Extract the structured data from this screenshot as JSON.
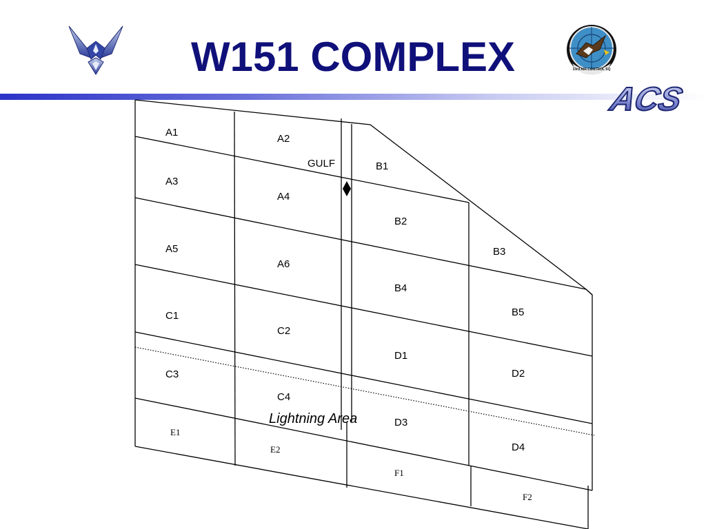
{
  "slide": {
    "title": "W151 COMPLEX",
    "accent_color": "#10107a",
    "rule_color": "#2b33c8"
  },
  "logos": {
    "left": "air-force-wings-emblem",
    "right": "air-control-squadron-patch",
    "right_patch_text": "33rd AIR CONTROL SQ",
    "corner_mark": "ACS"
  },
  "map": {
    "sector_labels": {
      "a1": "A1",
      "a2": "A2",
      "a3": "A3",
      "a4": "A4",
      "a5": "A5",
      "a6": "A6",
      "b1": "B1",
      "b2": "B2",
      "b3": "B3",
      "b4": "B4",
      "b5": "B5",
      "c1": "C1",
      "c2": "C2",
      "c3": "C3",
      "c4": "C4",
      "d1": "D1",
      "d2": "D2",
      "d3": "D3",
      "d4": "D4",
      "e1": "E1",
      "e2": "E2",
      "f1": "F1",
      "f2": "F2"
    },
    "gulf_label": "GULF",
    "lightning_label": "Lightning Area"
  }
}
